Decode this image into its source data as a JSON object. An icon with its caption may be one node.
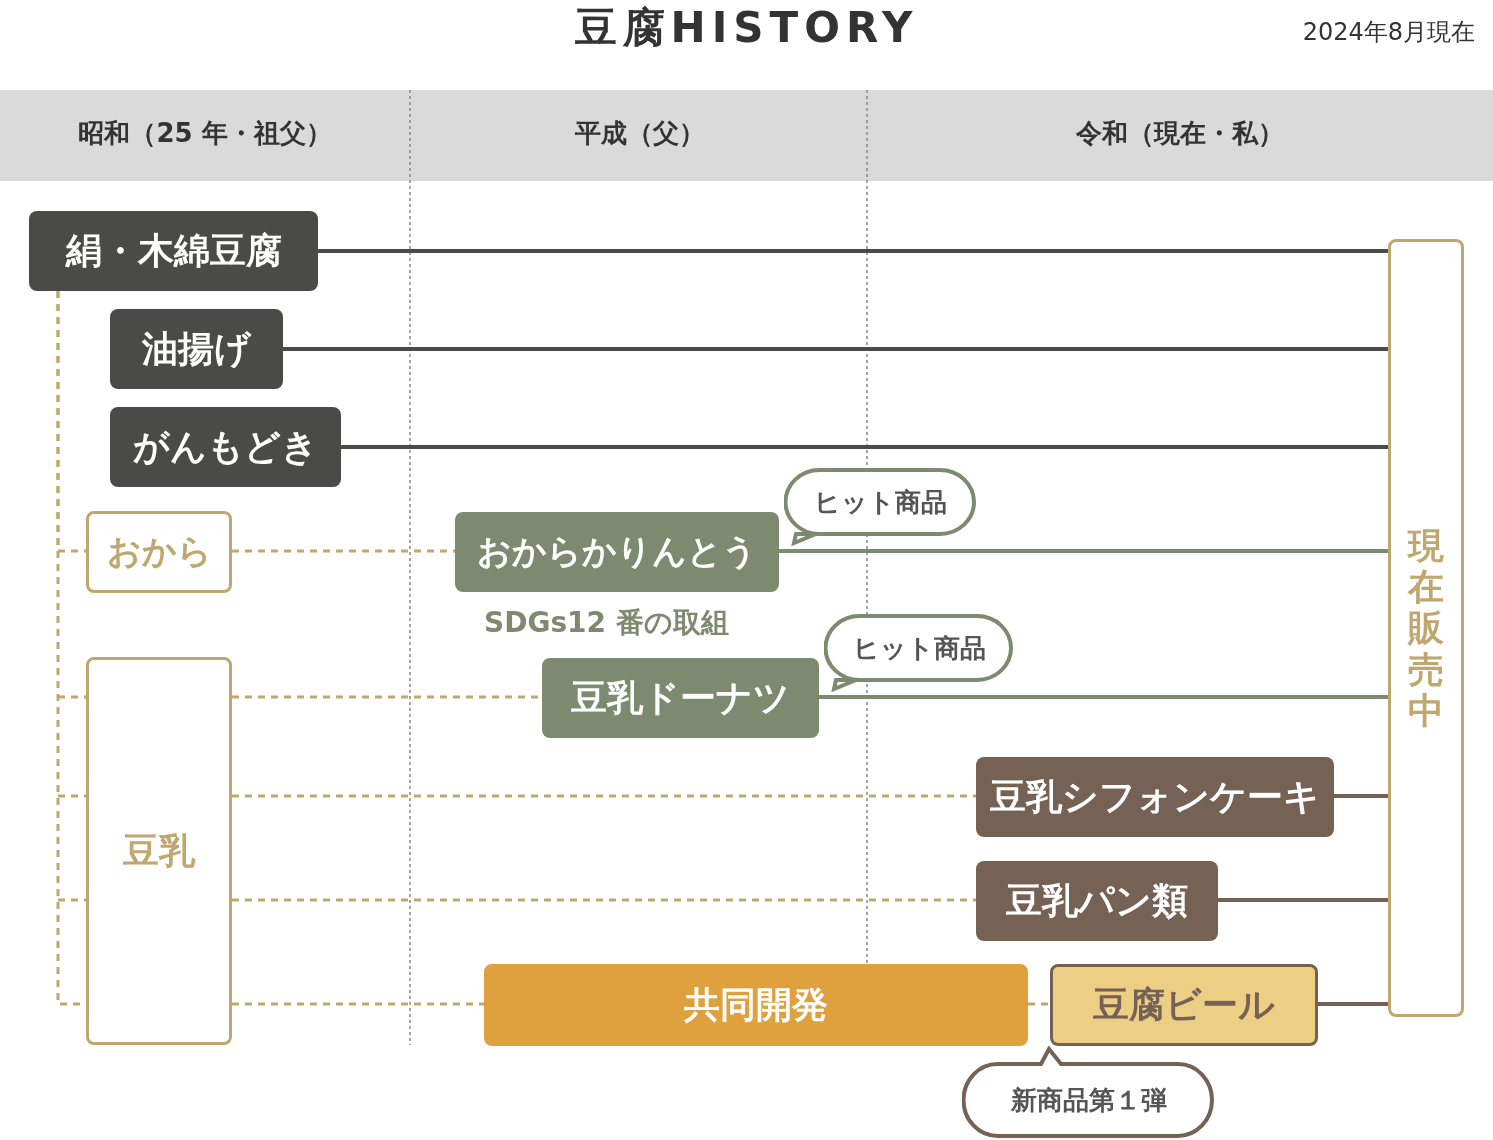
{
  "diagram": {
    "title": "豆腐HISTORY",
    "nodes": [
      {
        "text": [
          "絹・木綿豆腐"
        ]
      },
      {
        "text": [
          "油揚げ"
        ]
      },
      {
        "text": [
          "がんもどき"
        ]
      },
      {
        "text": [
          "おから"
        ]
      },
      {
        "text": [
          "おからかりんとう"
        ],
        "beside": [
          "SDGs12 番の取組"
        ]
      },
      {
        "text": [
          "ヒット商品"
        ]
      },
      {
        "text": [
          "豆乳"
        ]
      },
      {
        "text": [
          "豆乳ドーナツ"
        ]
      },
      {
        "text": [
          "ヒット商品"
        ]
      },
      {
        "text": [
          "豆乳シフォンケーキ"
        ]
      },
      {
        "text": [
          "豆乳パン類"
        ]
      },
      {
        "text": [
          "共同開発"
        ]
      },
      {
        "text": [
          "豆腐ビール"
        ]
      },
      {
        "text": [
          "新商品第１弾"
        ]
      },
      {
        "text": [
          "現在販売中"
        ]
      }
    ],
    "edges": [
      {
        "from": 0,
        "to": 14,
        "arrow": "none",
        "color": "#4a4a48"
      },
      {
        "from": 1,
        "to": 14,
        "arrow": "none",
        "color": "#4a4a48"
      },
      {
        "from": 2,
        "to": 14,
        "arrow": "none",
        "color": "#4a4a48"
      },
      {
        "from": 0,
        "to": 3,
        "arrow": "none",
        "style": "dashed",
        "color": "#c0a770"
      },
      {
        "from": 0,
        "to": 6,
        "arrow": "none",
        "style": "dashed",
        "color": "#c0a770"
      },
      {
        "from": 3,
        "to": 4,
        "arrow": "none",
        "style": "dashed",
        "color": "#c0a770"
      },
      {
        "from": 4,
        "to": 14,
        "arrow": "none",
        "color": "#7d8a6f"
      },
      {
        "from": 6,
        "to": 7,
        "arrow": "none",
        "style": "dashed",
        "color": "#c0a770"
      },
      {
        "from": 7,
        "to": 14,
        "arrow": "none",
        "color": "#7d8a6f"
      },
      {
        "from": 6,
        "to": 9,
        "arrow": "none",
        "style": "dashed",
        "color": "#c0a770"
      },
      {
        "from": 9,
        "to": 14,
        "arrow": "none",
        "color": "#756255"
      },
      {
        "from": 6,
        "to": 10,
        "arrow": "none",
        "style": "dashed",
        "color": "#c0a770"
      },
      {
        "from": 10,
        "to": 14,
        "arrow": "none",
        "color": "#756255"
      },
      {
        "from": 6,
        "to": 11,
        "arrow": "none",
        "style": "dashed",
        "color": "#c0a770"
      },
      {
        "from": 11,
        "to": 12,
        "arrow": "none",
        "style": "dashed",
        "color": "#c0a770"
      },
      {
        "from": 12,
        "to": 14,
        "arrow": "none",
        "color": "#756255"
      }
    ],
    "labels": [
      "2024年8月現在",
      "昭和（25 年・祖父）",
      "平成（父）",
      "令和（現在・私）"
    ]
  }
}
